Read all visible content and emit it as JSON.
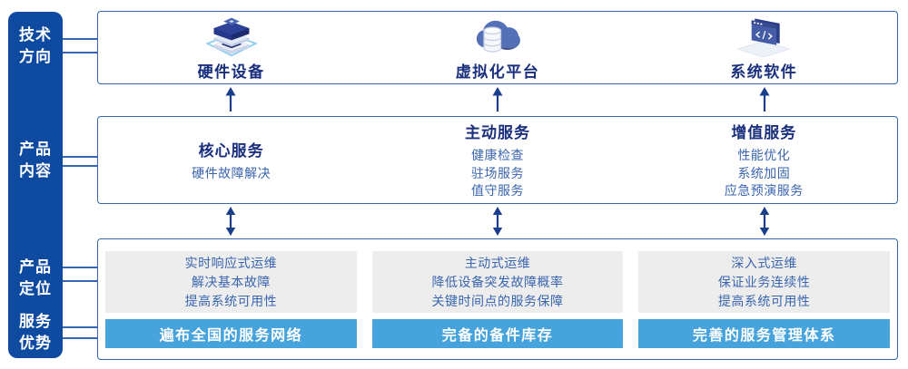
{
  "colors": {
    "sidebar_blue": "#0D4AA0",
    "border_blue": "#3566AF",
    "title_navy": "#1A2F7D",
    "item_blue": "#3A65AF",
    "bar_blue": "#47A3DC",
    "panel_grey": "#EDEDED",
    "arrow_navy": "#1B3E8C"
  },
  "sidebar": {
    "tech_direction": {
      "line1": "技术",
      "line2": "方向"
    },
    "product_content": {
      "line1": "产品",
      "line2": "内容"
    },
    "product_positioning": {
      "line1": "产品",
      "line2": "定位"
    },
    "service_advantage": {
      "line1": "服务",
      "line2": "优势"
    }
  },
  "tech_row": {
    "columns": [
      {
        "icon": "server-stack-icon",
        "label": "硬件设备"
      },
      {
        "icon": "cloud-platform-icon",
        "label": "虚拟化平台"
      },
      {
        "icon": "software-window-icon",
        "label": "系统软件"
      }
    ]
  },
  "product_row": {
    "columns": [
      {
        "header": "核心服务",
        "items": [
          "硬件故障解决"
        ]
      },
      {
        "header": "主动服务",
        "items": [
          "健康检查",
          "驻场服务",
          "值守服务"
        ]
      },
      {
        "header": "增值服务",
        "items": [
          "性能优化",
          "系统加固",
          "应急预演服务"
        ]
      }
    ]
  },
  "positioning_row": {
    "columns": [
      {
        "positioning_lines": [
          "实时响应式运维",
          "解决基本故障",
          "提高系统可用性"
        ],
        "advantage": "遍布全国的服务网络"
      },
      {
        "positioning_lines": [
          "主动式运维",
          "降低设备突发故障概率",
          "关键时间点的服务保障"
        ],
        "advantage": "完备的备件库存"
      },
      {
        "positioning_lines": [
          "深入式运维",
          "保证业务连续性",
          "提高系统可用性"
        ],
        "advantage": "完善的服务管理体系"
      }
    ]
  }
}
